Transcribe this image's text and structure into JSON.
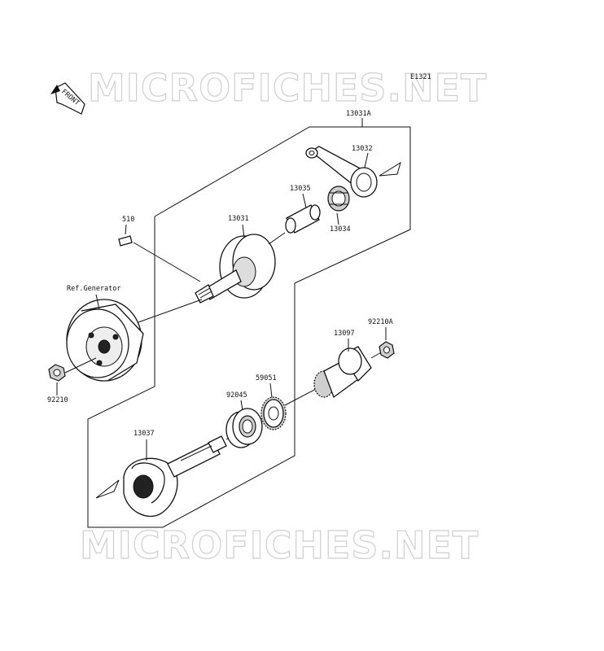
{
  "diagram": {
    "ref_code": "E1321",
    "front_label": "FRONT",
    "watermark": "MICROFICHES.NET",
    "parts": {
      "p13031A": "13031A",
      "p13032": "13032",
      "p13035": "13035",
      "p13034": "13034",
      "p13031": "13031",
      "p510": "510",
      "ref_generator": "Ref.Generator",
      "p92210": "92210",
      "p92210A": "92210A",
      "p13097": "13097",
      "p59051": "59051",
      "p92045": "92045",
      "p13037": "13037"
    }
  }
}
